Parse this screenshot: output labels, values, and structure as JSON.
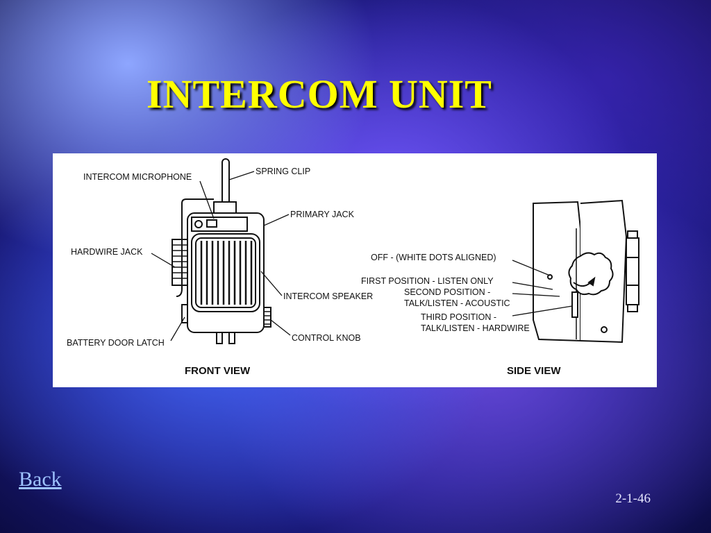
{
  "slide": {
    "title": "INTERCOM UNIT",
    "back_label": "Back",
    "page_number": "2-1-46"
  },
  "diagram": {
    "front_view": {
      "heading": "FRONT VIEW",
      "labels": {
        "microphone": "INTERCOM MICROPHONE",
        "spring_clip": "SPRING CLIP",
        "primary_jack": "PRIMARY JACK",
        "hardwire_jack": "HARDWIRE JACK",
        "speaker": "INTERCOM SPEAKER",
        "control_knob": "CONTROL KNOB",
        "battery_latch": "BATTERY DOOR LATCH"
      }
    },
    "side_view": {
      "heading": "SIDE VIEW",
      "labels": {
        "off": "OFF - (WHITE DOTS ALIGNED)",
        "first": "FIRST POSITION - LISTEN ONLY",
        "second_a": "SECOND POSITION -",
        "second_b": "TALK/LISTEN - ACOUSTIC",
        "third_a": "THIRD POSITION -",
        "third_b": "TALK/LISTEN - HARDWIRE"
      }
    }
  }
}
